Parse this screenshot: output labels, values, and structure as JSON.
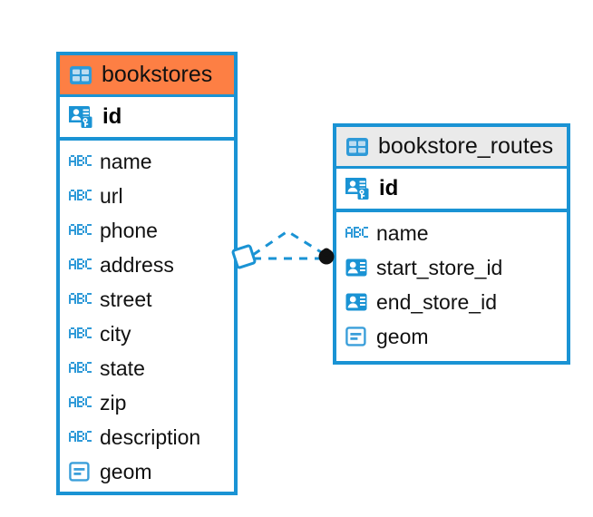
{
  "diagram": {
    "title": "bookstores / bookstore_routes entity relationship diagram",
    "background": "#ffffff",
    "accent_color": "#1a93d4",
    "highlight_color": "#fd7f44",
    "header_plain_color": "#eaeaea"
  },
  "entities": [
    {
      "name": "bookstores",
      "header_style": "accent",
      "table_icon": "table-icon",
      "primary_key": {
        "label": "id",
        "icon": "primary-key-icon"
      },
      "fields": [
        {
          "label": "name",
          "icon": "text-abc-icon"
        },
        {
          "label": "url",
          "icon": "text-abc-icon"
        },
        {
          "label": "phone",
          "icon": "text-abc-icon"
        },
        {
          "label": "address",
          "icon": "text-abc-icon"
        },
        {
          "label": "street",
          "icon": "text-abc-icon"
        },
        {
          "label": "city",
          "icon": "text-abc-icon"
        },
        {
          "label": "state",
          "icon": "text-abc-icon"
        },
        {
          "label": "zip",
          "icon": "text-abc-icon"
        },
        {
          "label": "description",
          "icon": "text-abc-icon"
        },
        {
          "label": "geom",
          "icon": "geometry-icon"
        }
      ]
    },
    {
      "name": "bookstore_routes",
      "header_style": "plain",
      "table_icon": "table-icon",
      "primary_key": {
        "label": "id",
        "icon": "primary-key-icon"
      },
      "fields": [
        {
          "label": "name",
          "icon": "text-abc-icon"
        },
        {
          "label": "start_store_id",
          "icon": "foreign-key-icon"
        },
        {
          "label": "end_store_id",
          "icon": "foreign-key-icon"
        },
        {
          "label": "geom",
          "icon": "geometry-icon"
        }
      ]
    }
  ],
  "relationship": {
    "source_entity": "bookstores",
    "target_entity": "bookstore_routes",
    "source_marker": "diamond-marker",
    "target_marker": "filled-circle-marker",
    "line_style": "dashed",
    "line_color": "#1a93d4"
  }
}
